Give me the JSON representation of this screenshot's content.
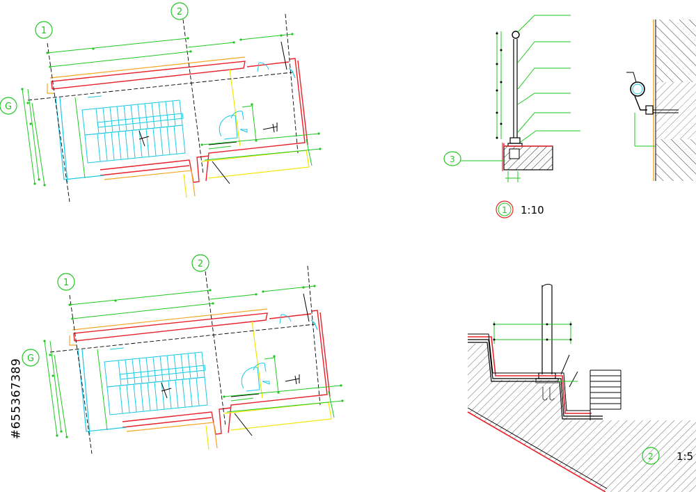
{
  "plan_top": {
    "grid_1": "1",
    "grid_2": "2",
    "grid_g": "G"
  },
  "plan_bottom": {
    "grid_1": "1",
    "grid_2": "2",
    "grid_g": "G"
  },
  "detail_1": {
    "number": "1",
    "scale": "1:10",
    "ref_marker": "3"
  },
  "detail_2": {
    "number": "2",
    "scale": "1:5"
  },
  "stock_id": "#655367389",
  "colors": {
    "red": "#e8202a",
    "green": "#1ec81e",
    "cyan": "#19c8e6",
    "yellow": "#f2e600",
    "orange": "#f5a623",
    "black": "#000000"
  }
}
